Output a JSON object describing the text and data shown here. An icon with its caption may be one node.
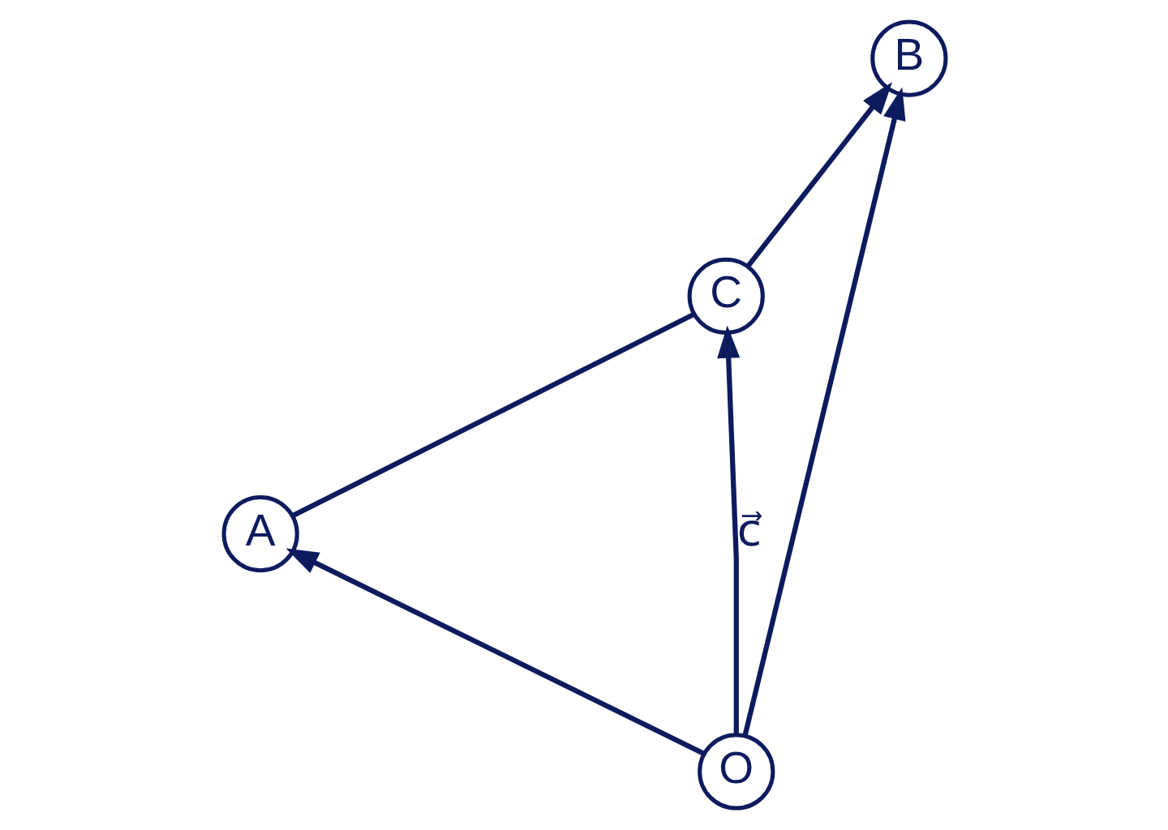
{
  "diagram": {
    "nodes": [
      {
        "text": [
          "A"
        ]
      },
      {
        "text": [
          "C"
        ]
      },
      {
        "text": [
          "B"
        ]
      },
      {
        "text": [
          "O"
        ]
      }
    ],
    "edges": [
      {
        "from": 3,
        "to": 0,
        "arrow": "to"
      },
      {
        "from": 3,
        "to": 1,
        "arrow": "to",
        "label": "c⃗"
      },
      {
        "from": 3,
        "to": 2,
        "arrow": "to"
      },
      {
        "from": 0,
        "to": 1,
        "arrow": "none"
      },
      {
        "from": 1,
        "to": 2,
        "arrow": "to"
      }
    ]
  }
}
